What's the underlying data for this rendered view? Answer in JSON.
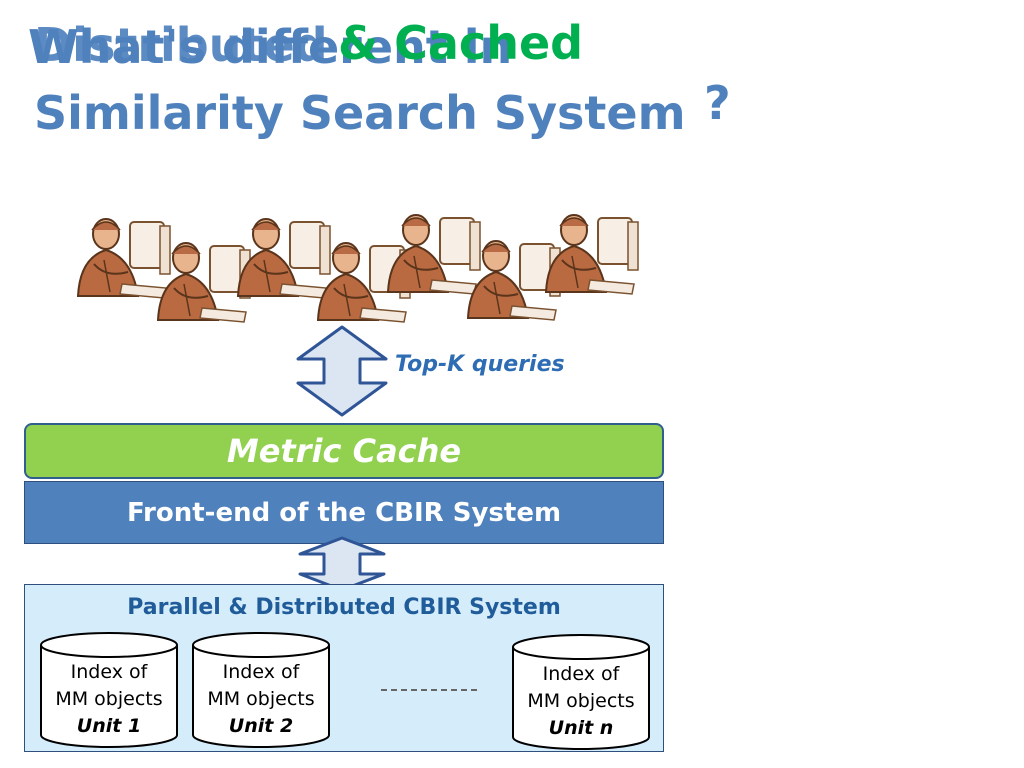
{
  "title": {
    "overlay_a": "What's different in",
    "overlay_b": "Distributed",
    "overlay_c": "& Cached",
    "line2": "Similarity Search System",
    "question_mark": "?"
  },
  "diagram": {
    "topk_label": "Top-K queries",
    "metric_cache": "Metric Cache",
    "frontend": "Front-end of the CBIR System",
    "parallel_label": "Parallel & Distributed CBIR System",
    "units": [
      {
        "line1": "Index of",
        "line2": "MM objects",
        "name": "Unit 1"
      },
      {
        "line1": "Index of",
        "line2": "MM objects",
        "name": "Unit 2"
      },
      {
        "line1": "Index of",
        "line2": "MM objects",
        "name": "Unit n"
      }
    ]
  },
  "colors": {
    "title_blue": "#4f81bd",
    "title_green": "#00b050",
    "cache_green": "#92d050",
    "frontend_blue": "#4f81bd",
    "light_blue_bg": "#d5ecfb",
    "arrow_fill": "#dce6f2",
    "arrow_stroke": "#2f5597"
  },
  "icons": {
    "users": "users-at-computers-icon",
    "double_arrow": "double-arrow-icon",
    "database": "database-cylinder-icon"
  }
}
